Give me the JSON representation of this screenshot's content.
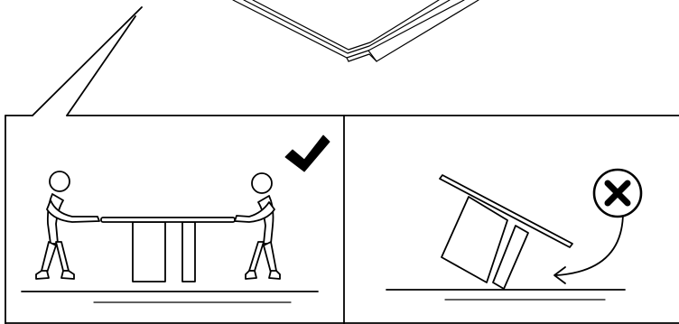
{
  "figure": {
    "panels": [
      {
        "id": "correct",
        "verdict": "correct",
        "verdict_icon": "check-mark-icon",
        "people": 2
      },
      {
        "id": "incorrect",
        "verdict": "incorrect",
        "verdict_icon": "x-circle-icon",
        "motion": "curved-arrow-icon"
      }
    ],
    "colors": {
      "line": "#000000",
      "background": "#ffffff"
    }
  }
}
